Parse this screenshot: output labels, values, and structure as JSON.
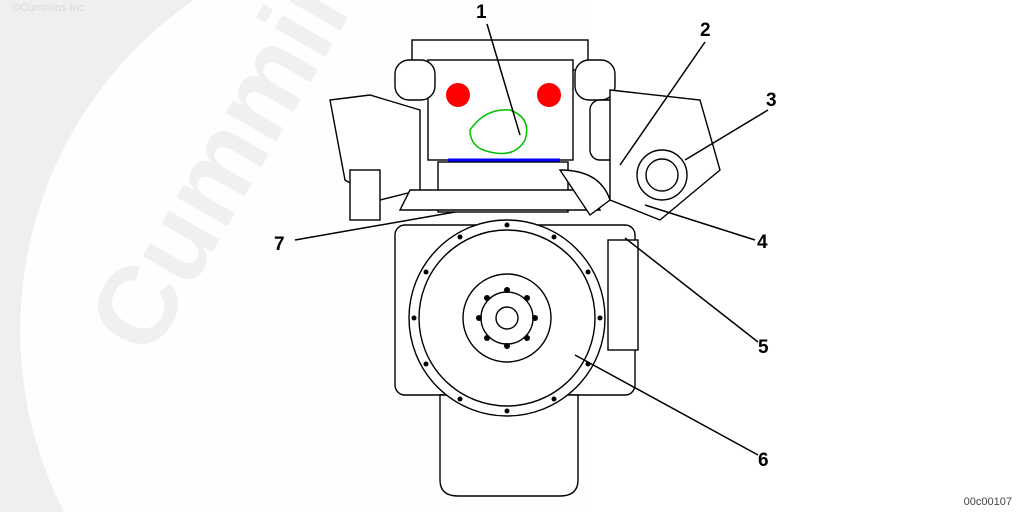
{
  "watermark": {
    "copyright": "©Cummins Inc",
    "logo_text": "Cummins"
  },
  "figure_id": "00c00107",
  "callouts": [
    {
      "number": "1"
    },
    {
      "number": "2"
    },
    {
      "number": "3"
    },
    {
      "number": "4"
    },
    {
      "number": "5"
    },
    {
      "number": "6"
    },
    {
      "number": "7"
    }
  ],
  "colors": {
    "markup_red": "#ff0000",
    "markup_green": "#00c000",
    "markup_blue": "#0000ff",
    "background": "#efefef"
  }
}
